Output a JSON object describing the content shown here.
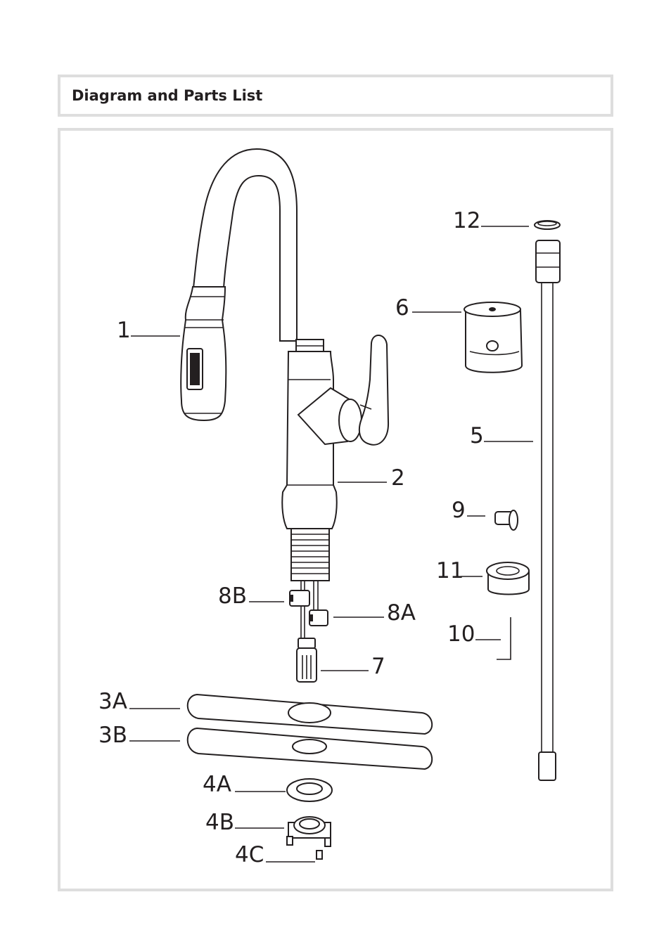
{
  "header": {
    "title": "Diagram and Parts List"
  },
  "diagram": {
    "part_labels": {
      "p1": "1",
      "p2": "2",
      "p3A": "3A",
      "p3B": "3B",
      "p4A": "4A",
      "p4B": "4B",
      "p4C": "4C",
      "p5": "5",
      "p6": "6",
      "p7": "7",
      "p8A": "8A",
      "p8B": "8B",
      "p9": "9",
      "p10": "10",
      "p11": "11",
      "p12": "12"
    }
  }
}
